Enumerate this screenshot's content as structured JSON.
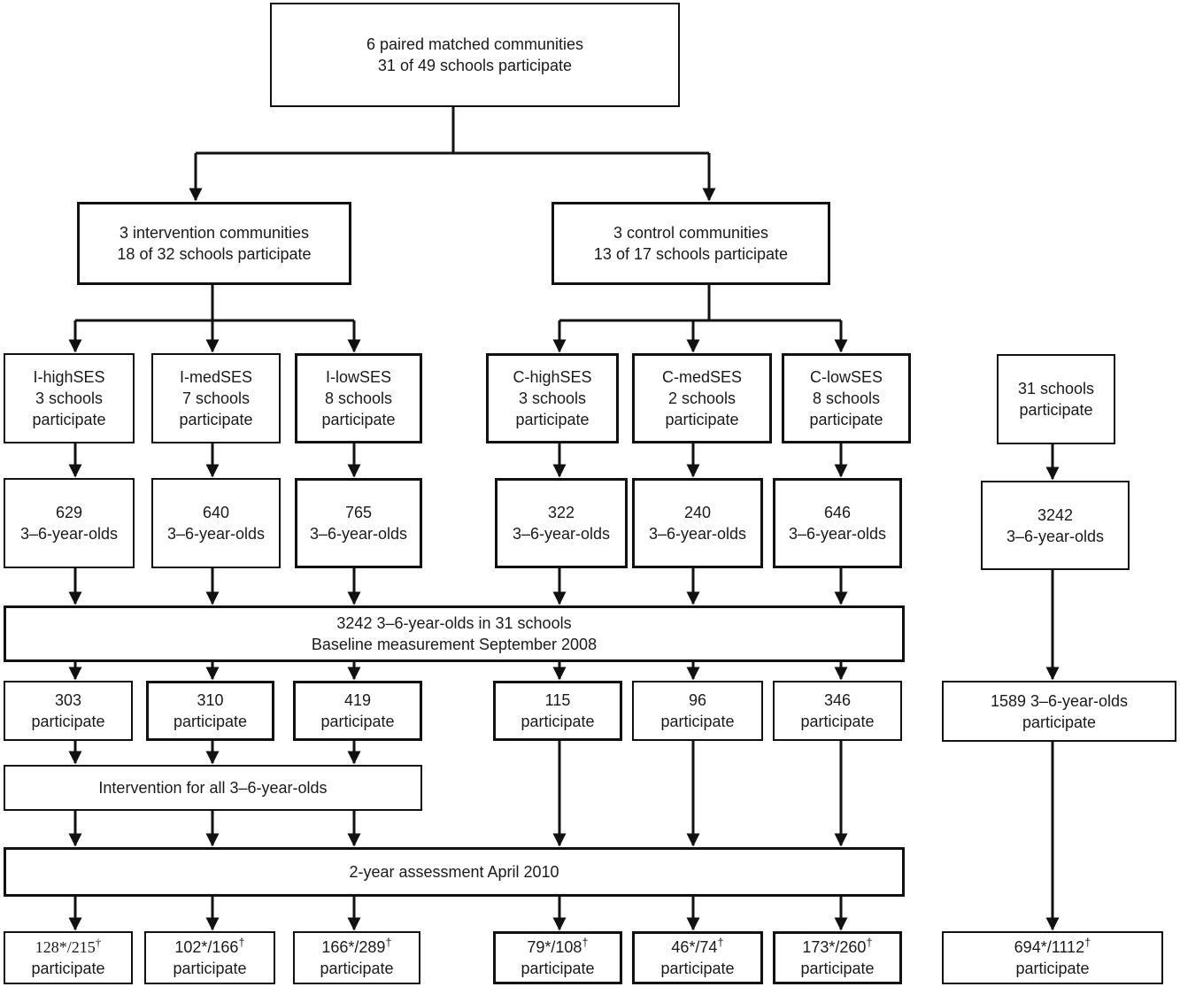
{
  "top": {
    "line1": "6 paired matched communities",
    "line2": "31 of 49 schools participate"
  },
  "intervention": {
    "line1": "3 intervention communities",
    "line2": "18 of 32 schools participate"
  },
  "control": {
    "line1": "3 control communities",
    "line2": "13 of 17 schools participate"
  },
  "groups": [
    {
      "name": "I-highSES",
      "schools": "3 schools",
      "part": "participate",
      "kids_n": "629",
      "kids_label": "3–6-year-olds",
      "base_n": "303",
      "base_label": "participate",
      "final_a": "128*/215",
      "final_dagger": "†",
      "final_label": "participate"
    },
    {
      "name": "I-medSES",
      "schools": "7 schools",
      "part": "participate",
      "kids_n": "640",
      "kids_label": "3–6-year-olds",
      "base_n": "310",
      "base_label": "participate",
      "final_a": "102*/166",
      "final_dagger": "†",
      "final_label": "participate"
    },
    {
      "name": "I-lowSES",
      "schools": "8 schools",
      "part": "participate",
      "kids_n": "765",
      "kids_label": "3–6-year-olds",
      "base_n": "419",
      "base_label": "participate",
      "final_a": "166*/289",
      "final_dagger": "†",
      "final_label": "participate"
    },
    {
      "name": "C-highSES",
      "schools": "3 schools",
      "part": "participate",
      "kids_n": "322",
      "kids_label": "3–6-year-olds",
      "base_n": "115",
      "base_label": "participate",
      "final_a": "79*/108",
      "final_dagger": "†",
      "final_label": "participate"
    },
    {
      "name": "C-medSES",
      "schools": "2 schools",
      "part": "participate",
      "kids_n": "240",
      "kids_label": "3–6-year-olds",
      "base_n": "96",
      "base_label": "participate",
      "final_a": "46*/74",
      "final_dagger": "†",
      "final_label": "participate"
    },
    {
      "name": "C-lowSES",
      "schools": "8 schools",
      "part": "participate",
      "kids_n": "646",
      "kids_label": "3–6-year-olds",
      "base_n": "346",
      "base_label": "participate",
      "final_a": "173*/260",
      "final_dagger": "†",
      "final_label": "participate"
    }
  ],
  "baseline": {
    "line1": "3242 3–6-year-olds in 31 schools",
    "line2": "Baseline measurement September 2008"
  },
  "intervention_bar": "Intervention for all 3–6-year-olds",
  "assessment": "2-year assessment April 2010",
  "total": {
    "schools_n": "31 schools",
    "schools_label": "participate",
    "kids_n": "3242",
    "kids_label": "3–6-year-olds",
    "base_line1": "1589 3–6-year-olds",
    "base_line2": "participate",
    "final_a": "694*/1112",
    "final_dagger": "†",
    "final_label": "participate"
  }
}
